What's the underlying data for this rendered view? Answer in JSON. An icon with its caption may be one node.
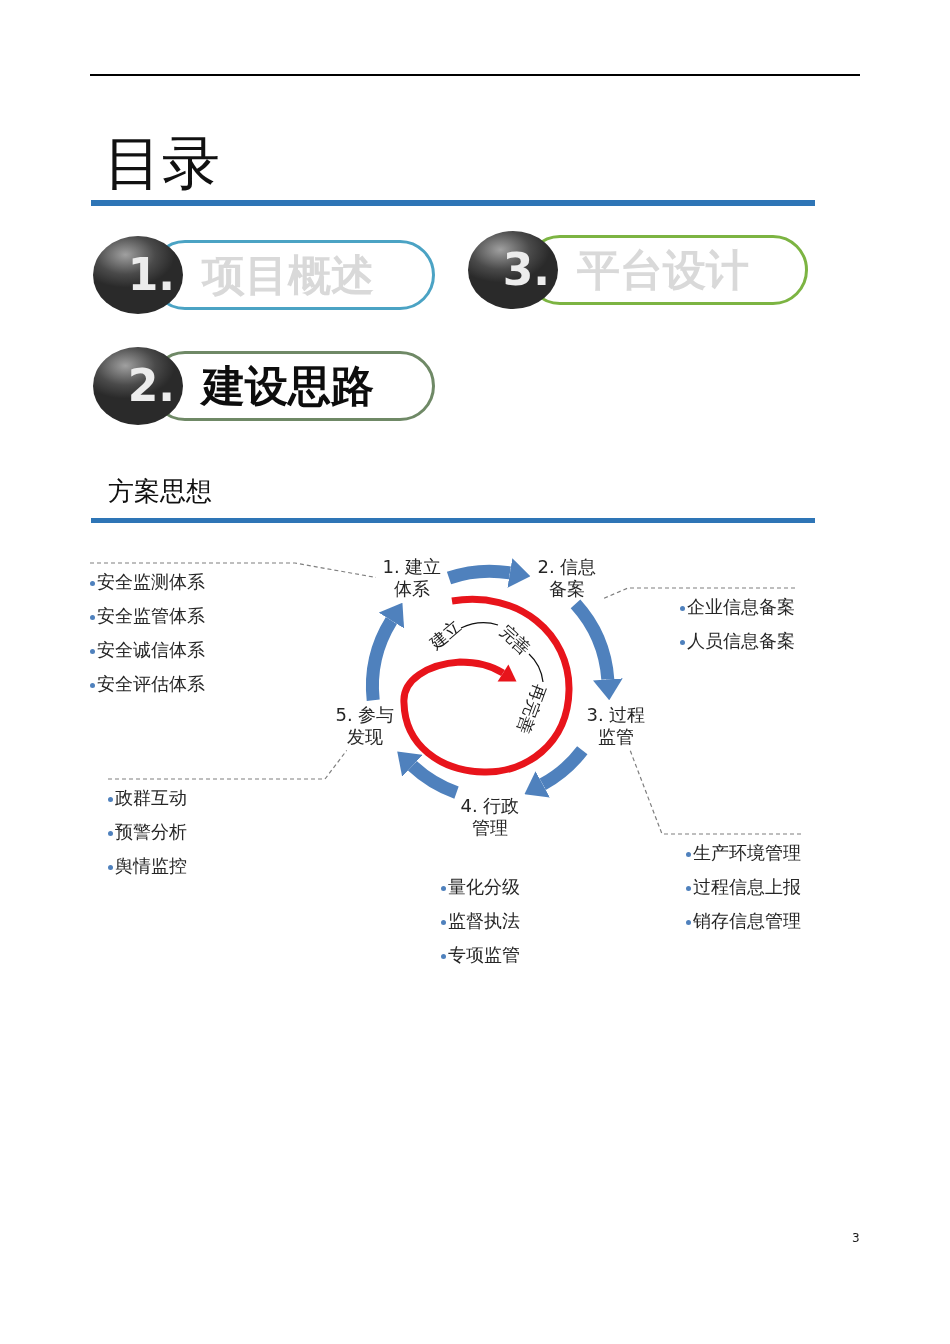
{
  "diagram": {
    "title": "目录",
    "nodes": [
      {
        "text": [
          "1.",
          "项目概述"
        ]
      },
      {
        "text": [
          "3.",
          "平台设计"
        ]
      },
      {
        "text": [
          "2.",
          "建设思路"
        ]
      },
      {
        "text": [
          "1. 建立体系"
        ]
      },
      {
        "text": [
          "2. 信息备案"
        ]
      },
      {
        "text": [
          "安全监测体系",
          "安全监管体系",
          "安全诚信体系",
          "安全评估体系"
        ]
      },
      {
        "text": [
          "企业信息备案",
          "人员信息备案"
        ]
      },
      {
        "text": [
          "5. 参与发现"
        ]
      },
      {
        "text": [
          "3. 过程监管"
        ]
      },
      {
        "text": [
          "政群互动",
          "预警分析",
          "舆情监控"
        ]
      },
      {
        "text": [
          "4. 行政管理"
        ]
      },
      {
        "text": [
          "生产环境管理",
          "过程信息上报",
          "销存信息管理"
        ]
      },
      {
        "text": [
          "量化分级",
          "监督执法",
          "专项监管"
        ]
      }
    ],
    "edges": [
      {
        "from": 3,
        "to": 4,
        "arrow": "to"
      },
      {
        "from": 4,
        "to": 8,
        "arrow": "to"
      },
      {
        "from": 8,
        "to": 10,
        "arrow": "to"
      },
      {
        "from": 10,
        "to": 7,
        "arrow": "to"
      },
      {
        "from": 7,
        "to": 3,
        "arrow": "to"
      },
      {
        "from": 5,
        "to": 3,
        "arrow": "none",
        "style": "dashed",
        "color": "#7f7f7f"
      },
      {
        "from": 6,
        "to": 4,
        "arrow": "none",
        "style": "dashed",
        "color": "#7f7f7f"
      },
      {
        "from": 11,
        "to": 8,
        "arrow": "none",
        "style": "dashed",
        "color": "#7f7f7f"
      },
      {
        "from": 9,
        "to": 7,
        "arrow": "none",
        "style": "dashed",
        "color": "#7f7f7f"
      }
    ],
    "labels": [
      "方案思想",
      "建立",
      "完善",
      "再完善",
      "3"
    ]
  }
}
